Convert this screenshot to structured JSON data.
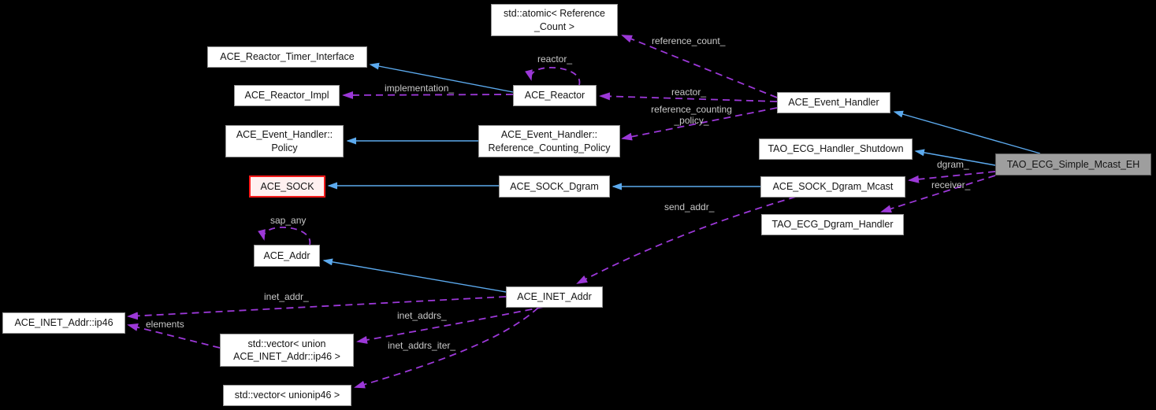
{
  "diagram": {
    "type": "doxygen-collaboration-graph",
    "main_class": "TAO_ECG_Simple_Mcast_EH",
    "background": "#000000"
  },
  "colors": {
    "inheritance_edge": "#5caaee",
    "usage_edge": "#9c38d8",
    "edge_label_text": "#c9c9c9",
    "node_bg": "#ffffff",
    "node_border": "#969696",
    "node_text": "#141414",
    "main_node_bg": "#9e9e9e",
    "main_node_border": "#5f5f5f",
    "highlight_node_border": "#ff1a1a",
    "highlight_node_bg": "#fff0f0"
  },
  "nodes": {
    "atomic": {
      "line1": "std::atomic< Reference",
      "line2": "_Count >"
    },
    "reactor_timer_interface": {
      "line1": "ACE_Reactor_Timer_Interface"
    },
    "reactor_impl": {
      "line1": "ACE_Reactor_Impl"
    },
    "reactor": {
      "line1": "ACE_Reactor"
    },
    "event_handler": {
      "line1": "ACE_Event_Handler"
    },
    "policy": {
      "line1": "ACE_Event_Handler::",
      "line2": "Policy"
    },
    "ref_counting_policy": {
      "line1": "ACE_Event_Handler::",
      "line2": "Reference_Counting_Policy"
    },
    "handler_shutdown": {
      "line1": "TAO_ECG_Handler_Shutdown"
    },
    "simple_mcast_eh": {
      "line1": "TAO_ECG_Simple_Mcast_EH"
    },
    "ace_sock": {
      "line1": "ACE_SOCK"
    },
    "sock_dgram": {
      "line1": "ACE_SOCK_Dgram"
    },
    "sock_dgram_mcast": {
      "line1": "ACE_SOCK_Dgram_Mcast"
    },
    "dgram_handler": {
      "line1": "TAO_ECG_Dgram_Handler"
    },
    "ace_addr": {
      "line1": "ACE_Addr"
    },
    "inet_addr": {
      "line1": "ACE_INET_Addr"
    },
    "ip46": {
      "line1": "ACE_INET_Addr::ip46"
    },
    "vector_ip46": {
      "line1": "std::vector< union",
      "line2": "ACE_INET_Addr::ip46 >"
    },
    "vector_unionip46": {
      "line1": "std::vector< unionip46 >"
    }
  },
  "edge_labels": {
    "reference_count": "reference_count_",
    "reactor_self": "reactor_",
    "implementation": "implementation_",
    "reactor": "reactor_",
    "reference_counting_policy_l1": "reference_counting",
    "reference_counting_policy_l2": "_policy_",
    "dgram": "dgram_",
    "receiver": "receiver_",
    "send_addr": "send_addr_",
    "sap_any": "sap_any",
    "inet_addr": "inet_addr_",
    "inet_addrs": "inet_addrs_",
    "elements": "elements",
    "inet_addrs_iter": "inet_addrs_iter_"
  },
  "edges": [
    {
      "from": "ACE_Event_Handler",
      "to": "std::atomic< Reference_Count >",
      "label": "reference_count_",
      "kind": "usage"
    },
    {
      "from": "ACE_Reactor",
      "to": "ACE_Reactor_Timer_Interface",
      "label": "",
      "kind": "inheritance"
    },
    {
      "from": "ACE_Reactor",
      "to": "ACE_Reactor_Impl",
      "label": "implementation_",
      "kind": "usage"
    },
    {
      "from": "ACE_Reactor",
      "to": "ACE_Reactor",
      "label": "reactor_",
      "kind": "usage"
    },
    {
      "from": "ACE_Event_Handler",
      "to": "ACE_Reactor",
      "label": "reactor_",
      "kind": "usage"
    },
    {
      "from": "ACE_Event_Handler",
      "to": "ACE_Event_Handler::Reference_Counting_Policy",
      "label": "reference_counting_policy_",
      "kind": "usage"
    },
    {
      "from": "ACE_Event_Handler::Reference_Counting_Policy",
      "to": "ACE_Event_Handler::Policy",
      "label": "",
      "kind": "inheritance"
    },
    {
      "from": "TAO_ECG_Simple_Mcast_EH",
      "to": "ACE_Event_Handler",
      "label": "",
      "kind": "inheritance"
    },
    {
      "from": "TAO_ECG_Simple_Mcast_EH",
      "to": "TAO_ECG_Handler_Shutdown",
      "label": "",
      "kind": "inheritance"
    },
    {
      "from": "TAO_ECG_Simple_Mcast_EH",
      "to": "ACE_SOCK_Dgram_Mcast",
      "label": "dgram_",
      "kind": "usage"
    },
    {
      "from": "TAO_ECG_Simple_Mcast_EH",
      "to": "TAO_ECG_Dgram_Handler",
      "label": "receiver_",
      "kind": "usage"
    },
    {
      "from": "ACE_SOCK_Dgram_Mcast",
      "to": "ACE_SOCK_Dgram",
      "label": "",
      "kind": "inheritance"
    },
    {
      "from": "ACE_SOCK_Dgram",
      "to": "ACE_SOCK",
      "label": "",
      "kind": "inheritance"
    },
    {
      "from": "ACE_SOCK_Dgram_Mcast",
      "to": "ACE_INET_Addr",
      "label": "send_addr_",
      "kind": "usage"
    },
    {
      "from": "ACE_Addr",
      "to": "ACE_Addr",
      "label": "sap_any",
      "kind": "usage"
    },
    {
      "from": "ACE_INET_Addr",
      "to": "ACE_Addr",
      "label": "",
      "kind": "inheritance"
    },
    {
      "from": "ACE_INET_Addr",
      "to": "ACE_INET_Addr::ip46",
      "label": "inet_addr_",
      "kind": "usage"
    },
    {
      "from": "ACE_INET_Addr",
      "to": "std::vector< union ACE_INET_Addr::ip46 >",
      "label": "inet_addrs_",
      "kind": "usage"
    },
    {
      "from": "ACE_INET_Addr",
      "to": "std::vector< unionip46 >",
      "label": "inet_addrs_iter_",
      "kind": "usage"
    },
    {
      "from": "std::vector< union ACE_INET_Addr::ip46 >",
      "to": "ACE_INET_Addr::ip46",
      "label": "elements",
      "kind": "usage"
    }
  ]
}
